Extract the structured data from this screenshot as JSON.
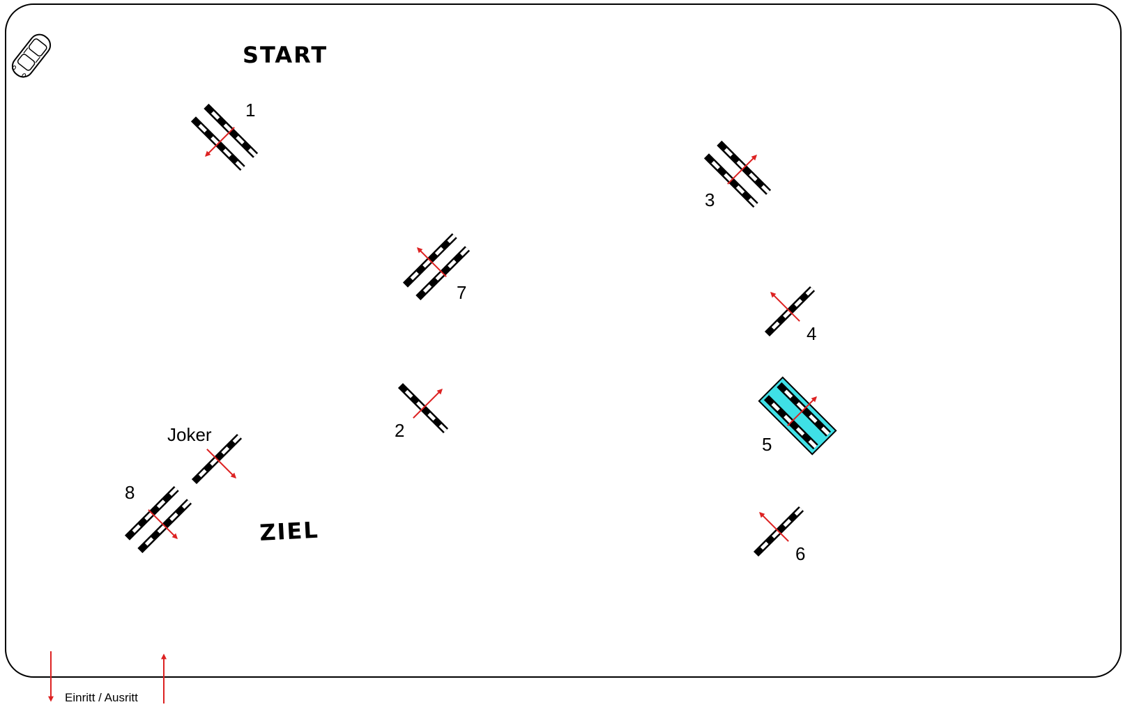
{
  "course": {
    "start_label": "START",
    "finish_label": "ZIEL",
    "legend_label": "Einritt / Ausritt",
    "colors": {
      "bar_black": "#000000",
      "bar_white": "#ffffff",
      "arrow": "#dd2222",
      "highlight": "#3fe0e6",
      "border": "#000000"
    },
    "obstacles": [
      {
        "id": "1",
        "label": "1",
        "type": "double",
        "highlight": false
      },
      {
        "id": "2",
        "label": "2",
        "type": "single",
        "highlight": false
      },
      {
        "id": "3",
        "label": "3",
        "type": "double",
        "highlight": false
      },
      {
        "id": "4",
        "label": "4",
        "type": "single",
        "highlight": false
      },
      {
        "id": "5",
        "label": "5",
        "type": "double",
        "highlight": true
      },
      {
        "id": "6",
        "label": "6",
        "type": "single",
        "highlight": false
      },
      {
        "id": "7",
        "label": "7",
        "type": "double",
        "highlight": false
      },
      {
        "id": "8",
        "label": "8",
        "type": "double",
        "highlight": false
      },
      {
        "id": "joker",
        "label": "Joker",
        "type": "single",
        "highlight": false
      }
    ],
    "icons": {
      "car": "car-icon",
      "arrow_down": "arrow-down-icon",
      "arrow_up": "arrow-up-icon"
    }
  }
}
